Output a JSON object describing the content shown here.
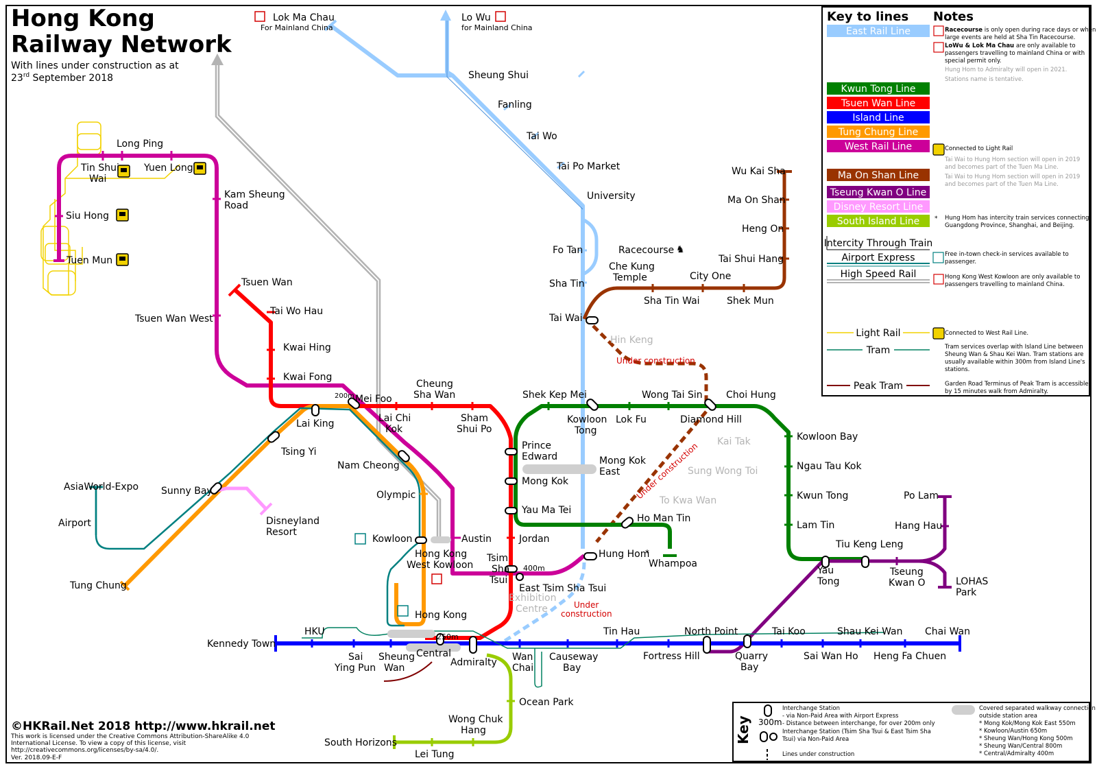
{
  "header": {
    "title_line1": "Hong Kong",
    "title_line2": "Railway Network",
    "subtitle_line1": "With lines under construction as at",
    "subtitle_day": "23",
    "subtitle_sup": "rd",
    "subtitle_rest": " September 2018"
  },
  "border_crossings": {
    "lok_ma_chau": "Lok Ma Chau",
    "lok_ma_chau_sub": "For Mainland China",
    "lo_wu": "Lo Wu",
    "lo_wu_sub": "for Mainland China"
  },
  "colors": {
    "east_rail": "#99ccff",
    "kwun_tong": "#008000",
    "tsuen_wan": "#ff0000",
    "island": "#0000ff",
    "tung_chung": "#ff9900",
    "west_rail": "#cc0099",
    "ma_on_shan": "#993300",
    "tseung_kwan_o": "#800080",
    "disney": "#ff99ff",
    "south_island": "#99cc00",
    "airport_express": "#008080",
    "high_speed": "#b3b3b3",
    "light_rail": "#f2d200",
    "tram": "#008060",
    "peak_tram": "#800000",
    "under_construction": "#993300"
  },
  "stations": {
    "long_ping": "Long Ping",
    "tin_shui_wai_1": "Tin Shui",
    "tin_shui_wai_2": "Wai",
    "yuen_long": "Yuen Long",
    "kam_sheung_road_1": "Kam Sheung",
    "kam_sheung_road_2": "Road",
    "siu_hong": "Siu Hong",
    "tuen_mun": "Tuen Mun",
    "tsuen_wan": "Tsuen Wan",
    "tai_wo_hau": "Tai Wo Hau",
    "kwai_hing": "Kwai Hing",
    "kwai_fong": "Kwai Fong",
    "tsuen_wan_west": "Tsuen Wan West",
    "mei_foo": "Mei Foo",
    "lai_king": "Lai King",
    "tsing_yi": "Tsing Yi",
    "sunny_bay": "Sunny Bay",
    "asiaworld_expo": "AsiaWorld-Expo",
    "airport": "Airport",
    "disneyland_1": "Disneyland",
    "disneyland_2": "Resort",
    "tung_chung": "Tung Chung",
    "cheung_sha_wan_1": "Cheung",
    "cheung_sha_wan_2": "Sha Wan",
    "lai_chi_kok_1": "Lai Chi",
    "lai_chi_kok_2": "Kok",
    "sham_shui_po_1": "Sham",
    "sham_shui_po_2": "Shui Po",
    "nam_cheong": "Nam Cheong",
    "olympic": "Olympic",
    "kowloon": "Kowloon",
    "austin": "Austin",
    "hk_west_kowloon_1": "Hong Kong",
    "hk_west_kowloon_2": "West Kowloon",
    "prince_edward_1": "Prince",
    "prince_edward_2": "Edward",
    "mong_kok": "Mong Kok",
    "mong_kok_east_1": "Mong Kok",
    "mong_kok_east_2": "East",
    "yau_ma_tei": "Yau Ma Tei",
    "jordan": "Jordan",
    "tsim_sha_tsui_1": "Tsim",
    "tsim_sha_tsui_2": "Sha",
    "tsim_sha_tsui_3": "Tsui",
    "east_tsim_sha_tsui": "East Tsim Sha Tsui",
    "hung_hom": "Hung Hom",
    "exhibition_1": "Exhibition",
    "exhibition_2": "Centre",
    "sheung_shui": "Sheung Shui",
    "fanling": "Fanling",
    "tai_wo": "Tai Wo",
    "tai_po_market": "Tai Po Market",
    "university": "University",
    "fo_tan": "Fo Tan",
    "racecourse": "Racecourse",
    "sha_tin": "Sha Tin",
    "che_kung_1": "Che Kung",
    "che_kung_2": "Temple",
    "tai_wai": "Tai Wai",
    "hin_keng": "Hin Keng",
    "city_one": "City One",
    "sha_tin_wai": "Sha Tin Wai",
    "shek_mun": "Shek Mun",
    "tai_shui_hang": "Tai Shui Hang",
    "heng_on": "Heng On",
    "ma_on_shan": "Ma On Shan",
    "wu_kai_sha": "Wu Kai Sha",
    "shek_kip_mei": "Shek Kep Mei",
    "kowloon_tong_1": "Kowloon",
    "kowloon_tong_2": "Tong",
    "lok_fu": "Lok Fu",
    "wong_tai_sin": "Wong Tai Sin",
    "diamond_hill": "Diamond Hill",
    "choi_hung": "Choi Hung",
    "kai_tak": "Kai Tak",
    "sung_wong_toi": "Sung Wong Toi",
    "to_kwa_wan": "To Kwa Wan",
    "ho_man_tin": "Ho Man Tin",
    "whampoa": "Whampoa",
    "kowloon_bay": "Kowloon Bay",
    "ngau_tau_kok": "Ngau Tau Kok",
    "kwun_tong": "Kwun Tong",
    "lam_tin": "Lam Tin",
    "yau_tong_1": "Yau",
    "yau_tong_2": "Tong",
    "tiu_keng_leng": "Tiu Keng Leng",
    "tseung_kwan_o_1": "Tseung",
    "tseung_kwan_o_2": "Kwan O",
    "po_lam": "Po Lam",
    "hang_hau": "Hang Hau",
    "lohas_1": "LOHAS",
    "lohas_2": "Park",
    "kennedy_town": "Kennedy Town",
    "hku": "HKU",
    "sai_ying_pun_1": "Sai",
    "sai_ying_pun_2": "Ying Pun",
    "sheung_wan_1": "Sheung",
    "sheung_wan_2": "Wan",
    "central": "Central",
    "hong_kong": "Hong Kong",
    "admiralty": "Admiralty",
    "wan_chai_1": "Wan",
    "wan_chai_2": "Chai",
    "causeway_bay_1": "Causeway",
    "causeway_bay_2": "Bay",
    "tin_hau": "Tin Hau",
    "fortress_hill": "Fortress Hill",
    "north_point": "North Point",
    "quarry_bay_1": "Quarry",
    "quarry_bay_2": "Bay",
    "tai_koo": "Tai Koo",
    "sai_wan_ho": "Sai Wan Ho",
    "shau_kei_wan": "Shau Kei Wan",
    "heng_fa_chuen": "Heng Fa Chuen",
    "chai_wan": "Chai Wan",
    "ocean_park": "Ocean Park",
    "wong_chuk_hang_1": "Wong Chuk",
    "wong_chuk_hang_2": "Hang",
    "lei_tung": "Lei Tung",
    "south_horizons": "South Horizons"
  },
  "distances": {
    "mei_foo": "200m",
    "tst": "400m",
    "central": "250m"
  },
  "under_construction": {
    "label1": "Under construction",
    "label2": "Under construction",
    "label3_1": "Under",
    "label3_2": "construction"
  },
  "legend": {
    "key_heading": "Key to lines",
    "notes_heading": "Notes",
    "lines": [
      {
        "label": "East Rail Line",
        "color": "#99ccff"
      },
      {
        "label": "Kwun Tong Line",
        "color": "#008000"
      },
      {
        "label": "Tsuen Wan Line",
        "color": "#ff0000"
      },
      {
        "label": "Island Line",
        "color": "#0000ff"
      },
      {
        "label": "Tung Chung Line",
        "color": "#ff9900"
      },
      {
        "label": "West Rail Line",
        "color": "#cc0099"
      },
      {
        "label": "Ma On Shan Line",
        "color": "#993300"
      },
      {
        "label": "Tseung Kwan O Line",
        "color": "#800080"
      },
      {
        "label": "Disney Resort Line",
        "color": "#ff99ff"
      },
      {
        "label": "South Island Line",
        "color": "#99cc00"
      }
    ],
    "intercity": "Intercity Through Train",
    "airport_express": "Airport Express",
    "high_speed": "High Speed Rail",
    "light_rail": "Light Rail",
    "tram": "Tram",
    "peak_tram": "Peak Tram",
    "notes": {
      "racecourse_bold": "Racecourse",
      "racecourse_text": " is only open during race days or when",
      "racecourse_text2": "large events are held at Sha Tin Racecourse.",
      "lowu_bold": "LoWu & Lok Ma Chau",
      "lowu_text": " are only available to",
      "lowu_text2": "passengers travelling to mainland China or with",
      "lowu_text3": "special permit only.",
      "hunghom_grey1": "Hung Hom to Admiralty will open in 2021.",
      "hunghom_grey2": "Stations name is tentative.",
      "lightrail_conn": "Connected to Light Rail",
      "taiwai_1": "Tai Wai to Hung Hom section will open in 2019",
      "taiwai_2": "and becomes part of the Tuen Ma Line.",
      "taiwai_3": "Tai Wai to Hung Hom section will open in 2019",
      "taiwai_4": "and becomes part of the Tuen Ma Line.",
      "intercity_1": "Hung Hom has intercity train services connecting",
      "intercity_2": "Guangdong Province, Shanghai, and Beijing.",
      "airport_1": "Free in-town check-in services available to",
      "airport_2": "passenger.",
      "hsr_1": "Hong Kong West Kowloon are only available to",
      "hsr_2": "passengers travelling to mainland China.",
      "westrail_conn": "Connected to West Rail Line.",
      "tram_1": "Tram services overlap with Island Line between",
      "tram_2": "Sheung Wan & Shau Kei Wan.  Tram stations are",
      "tram_3": "usually available within 300m from Island Line's",
      "tram_4": "stations.",
      "peak_1": "Garden Road Terminus of Peak Tram is accessible",
      "peak_2": "by 15 minutes walk from Admiralty."
    }
  },
  "key_box": {
    "key_label": "Key",
    "distance": "300m",
    "interchange_title": "Interchange Station",
    "interchange_1": "- via Non-Paid Area with Airport Express",
    "interchange_2": "- Distance between interchange, for over 200m only",
    "interchange_3": "Interchange Station (Tsim Sha Tsui & East Tsim Sha",
    "interchange_4": "Tsui) via Non-Paid Area",
    "construction": "Lines under construction",
    "walkway_1": "Covered separated walkway connection",
    "walkway_2": "outside station area",
    "walkway_3": "* Mong Kok/Mong Kok East 550m",
    "walkway_4": "* Kowloon/Austin 650m",
    "walkway_5": "* Sheung Wan/Hong Kong 500m",
    "walkway_6": "* Sheung Wan/Central 800m",
    "walkway_7": "* Central/Admiralty 400m"
  },
  "footer": {
    "credit": "©HKRail.Net 2018 http://www.hkrail.net",
    "license_1": "This work is licensed under the Creative Commons Attribution-ShareAlike 4.0",
    "license_2": "International License. To view a copy of this license, visit",
    "license_3": "http://creativecommons.org/licenses/by-sa/4.0/.",
    "version": "Ver. 2018.09-E-F"
  }
}
